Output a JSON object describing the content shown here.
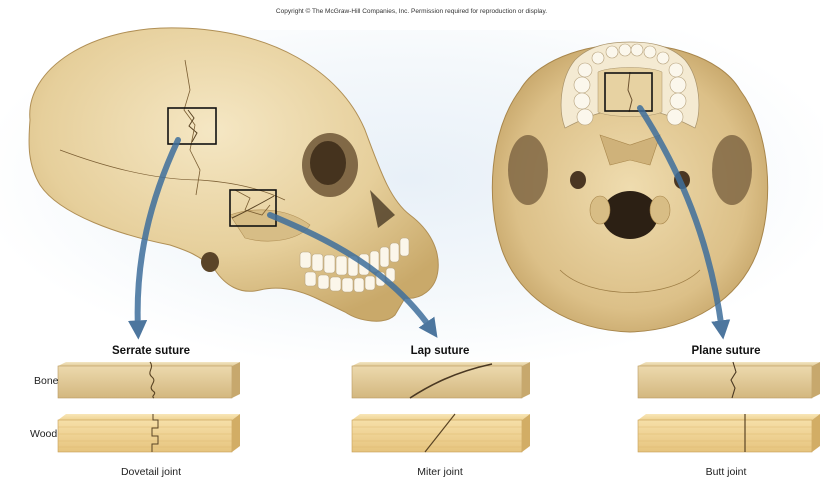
{
  "copyright": "Copyright © The McGraw-Hill Companies, Inc. Permission required for reproduction or display.",
  "row_labels": {
    "bone": "Bone",
    "wood": "Wood"
  },
  "sutures": [
    {
      "title": "Serrate suture",
      "joint": "Dovetail joint"
    },
    {
      "title": "Lap suture",
      "joint": "Miter joint"
    },
    {
      "title": "Plane suture",
      "joint": "Butt joint"
    }
  ],
  "colors": {
    "bone": "#e7d3a6",
    "bone_shadow": "#c8ad74",
    "wood": "#f0d69a",
    "wood_grain": "#d9b46a",
    "arrow": "#3f6f9c"
  }
}
